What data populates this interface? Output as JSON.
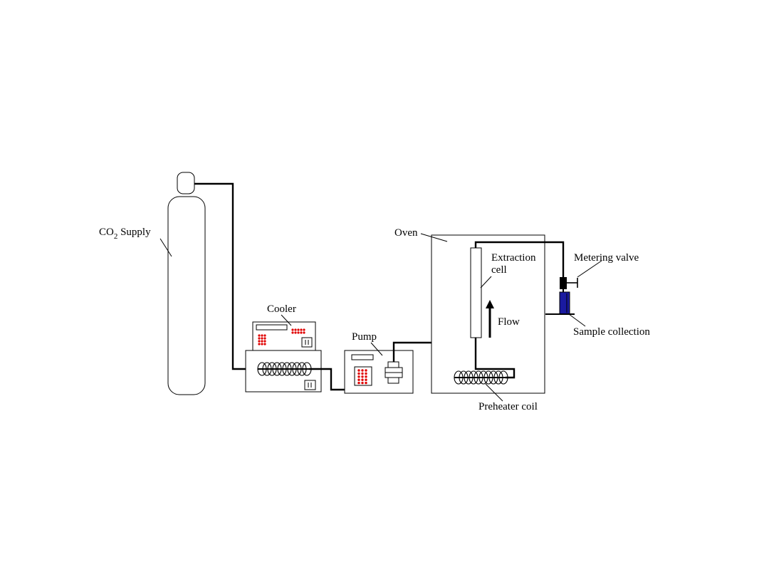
{
  "labels": {
    "co2_prefix": "CO",
    "co2_subscript": "2",
    "co2_suffix": " Supply",
    "cooler": "Cooler",
    "pump": "Pump",
    "oven": "Oven",
    "extraction_line1": "Extraction",
    "extraction_line2": "cell",
    "flow": "Flow",
    "metering_valve": "Metering valve",
    "sample_collection": "Sample collection",
    "preheater_coil": "Preheater coil"
  },
  "colors": {
    "line": "#000000",
    "keypad_dots": "#e00000",
    "sample_vial": "#1a1aa0",
    "background": "#ffffff"
  },
  "icons": {
    "cylinder": "gas-cylinder-icon",
    "cooler": "cooler-unit-icon",
    "pump": "pump-unit-icon",
    "valve": "metering-valve-icon",
    "flow_arrow": "arrow-up-icon"
  }
}
